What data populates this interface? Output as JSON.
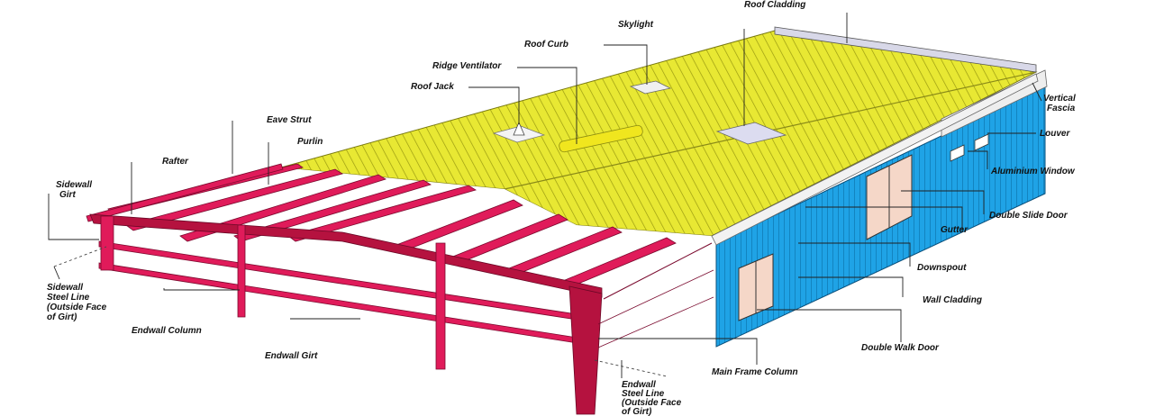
{
  "labels": {
    "roof_cladding": "Roof Cladding",
    "skylight": "Skylight",
    "roof_curb": "Roof Curb",
    "ridge_ventilator": "Ridge Ventilator",
    "roof_jack": "Roof Jack",
    "eave_strut": "Eave Strut",
    "purlin": "Purlin",
    "rafter": "Rafter",
    "sidewall_girt_1": "Sidewall",
    "sidewall_girt_2": "Girt",
    "sidewall_steel_line_1": "Sidewall",
    "sidewall_steel_line_2": "Steel Line",
    "sidewall_steel_line_3": "(Outside Face",
    "sidewall_steel_line_4": "of Girt)",
    "endwall_column": "Endwall Column",
    "endwall_girt": "Endwall Girt",
    "endwall_steel_line_1": "Endwall",
    "endwall_steel_line_2": "Steel Line",
    "endwall_steel_line_3": "(Outside Face",
    "endwall_steel_line_4": "of Girt)",
    "main_frame_column": "Main Frame Column",
    "vertical_fascia_1": "Vertical",
    "vertical_fascia_2": "Fascia",
    "louver": "Louver",
    "aluminium_window": "Aluminium Window",
    "double_slide_door": "Double Slide Door",
    "gutter": "Gutter",
    "downspout": "Downspout",
    "wall_cladding": "Wall Cladding",
    "double_walk_door": "Double Walk Door"
  },
  "colors": {
    "steel": "#e01b5a",
    "roof": "#e8e833",
    "wall": "#1fa3e6",
    "skylight": "#dcdcf0"
  }
}
